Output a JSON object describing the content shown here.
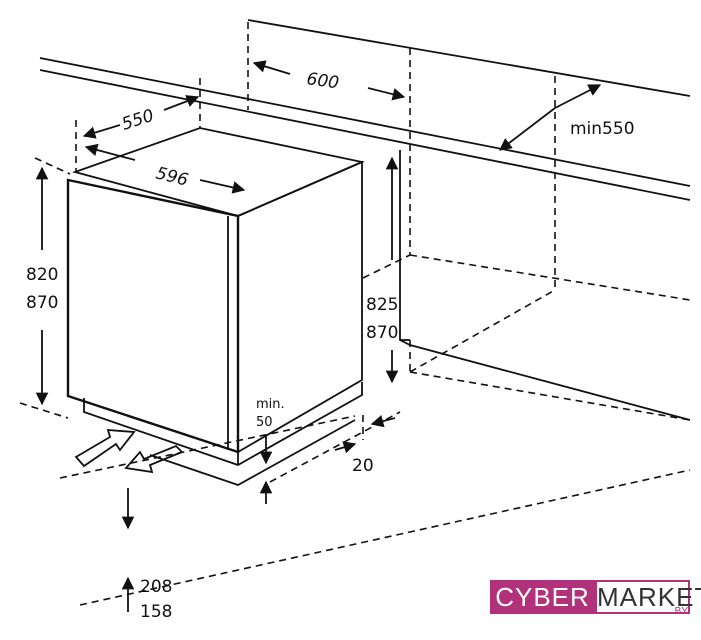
{
  "dimensions": {
    "niche_width": "600",
    "niche_depth_min": "min550",
    "depth": "550",
    "width": "596",
    "height_a": "820",
    "height_b": "870",
    "niche_height_a": "825",
    "niche_height_b": "870",
    "plinth_gap_label": "min.",
    "plinth_gap_value": "50",
    "plinth_offset": "20",
    "plinth_height_a": "208",
    "plinth_height_b": "158"
  },
  "logo": {
    "text_cyber": "CYBER",
    "text_market": "MARKET",
    "suffix": ".BY",
    "colors": {
      "brand": "#b1317a"
    }
  }
}
